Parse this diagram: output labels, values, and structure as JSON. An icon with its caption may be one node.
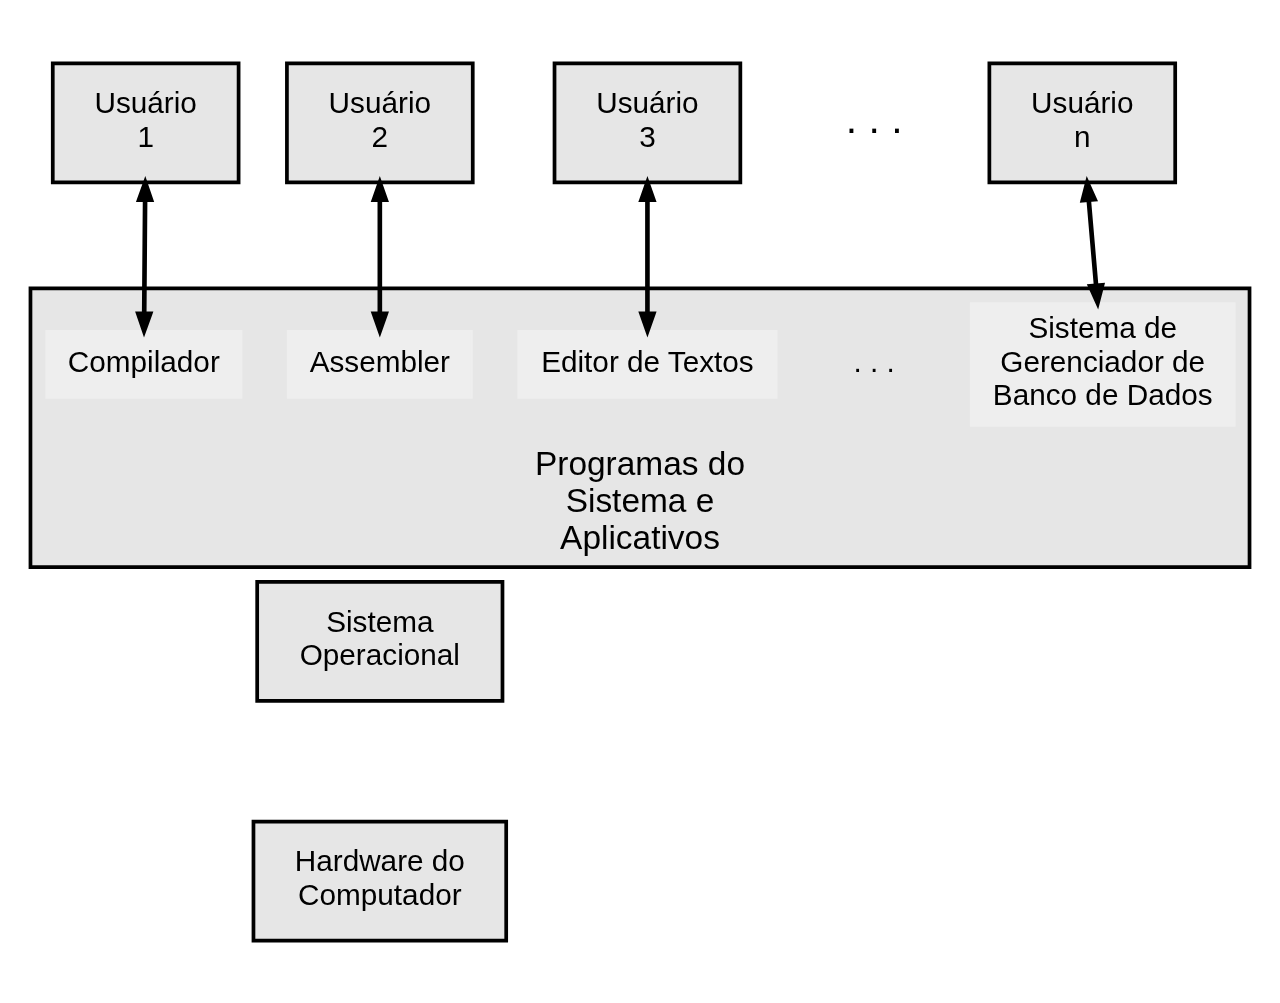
{
  "diagram": {
    "nodes": [
      {
        "text": [
          "Usuário",
          "1"
        ]
      },
      {
        "text": [
          "Usuário",
          "2"
        ]
      },
      {
        "text": [
          "Usuário",
          "3"
        ]
      },
      {
        "text": [
          "Usuário",
          "n"
        ]
      },
      {
        "text": [
          "Programas do Sistema e Aplicativos"
        ]
      },
      {
        "text": [
          "Compilador"
        ],
        "in": 4
      },
      {
        "text": [
          "Assembler"
        ],
        "in": 4
      },
      {
        "text": [
          "Editor de Textos"
        ],
        "in": 4
      },
      {
        "text": [
          "Sistema de Gerenciador de Banco de Dados"
        ],
        "in": 4
      },
      {
        "text": [
          "Sistema Operacional"
        ]
      },
      {
        "text": [
          "Hardware do Computador"
        ]
      }
    ],
    "edges": [
      {
        "from": 0,
        "to": 5,
        "arrow": "both"
      },
      {
        "from": 1,
        "to": 6,
        "arrow": "both"
      },
      {
        "from": 2,
        "to": 7,
        "arrow": "both"
      },
      {
        "from": 3,
        "to": 8,
        "arrow": "both"
      }
    ],
    "labels": [
      ". . .",
      ". . ."
    ]
  }
}
